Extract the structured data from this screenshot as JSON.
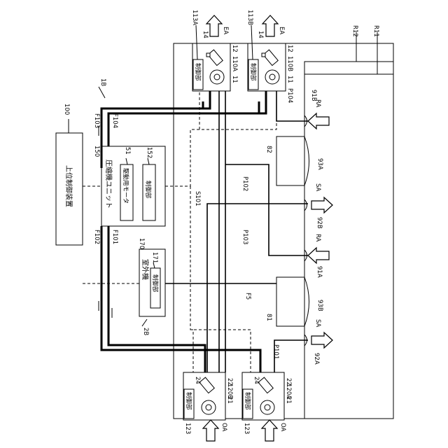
{
  "labels": {
    "system": "1B",
    "controller_ref": "100",
    "controller_name": "上位制御装置",
    "compressor_ref": "150",
    "compressor_name": "圧縮機ユニット",
    "motor_ref": "51",
    "motor_name": "駆動用モータ",
    "comp_ctrl_ref": "152",
    "ctrl_name": "制御部",
    "outdoor_ref": "170",
    "outdoor_name": "室外機",
    "outdoor_ctrl_ref": "171",
    "unit_2b": "2B",
    "room_r11": "R11",
    "room_r12": "R12",
    "f101": "F101",
    "f102": "F102",
    "f103": "F103",
    "f104": "F104",
    "f5": "F5",
    "s101": "S101",
    "p101": "P101",
    "p102": "P102",
    "p103": "P103",
    "p104": "P104",
    "u113a": "113A",
    "u113b": "113B",
    "u110a": "110A",
    "u110b": "110B",
    "u120a": "120A",
    "u120b": "120B",
    "u123": "123",
    "n11": "11",
    "n12": "12",
    "n14": "14",
    "n21": "21",
    "n22": "22",
    "n24": "24",
    "n81": "81",
    "n82": "82",
    "n91a": "91A",
    "n91b": "91B",
    "n92a": "92A",
    "n92b": "92B",
    "n93a": "93A",
    "n93b": "93B",
    "ea": "EA",
    "oa": "OA",
    "sa": "SA",
    "ra": "RA"
  }
}
